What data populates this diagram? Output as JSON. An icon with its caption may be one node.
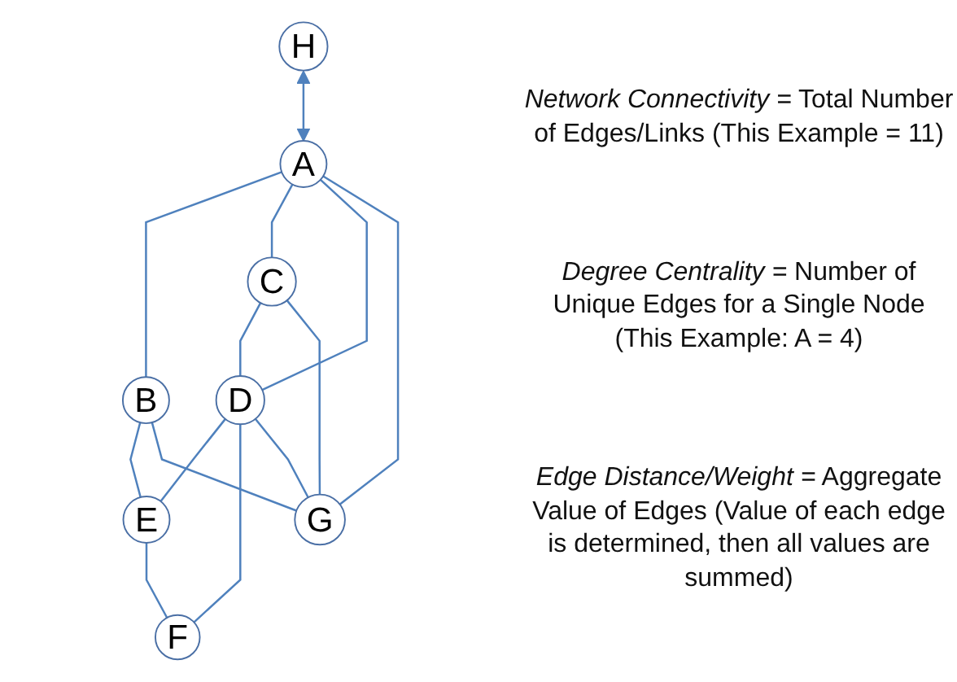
{
  "diagram": {
    "nodes": [
      {
        "text": [
          "H"
        ]
      },
      {
        "text": [
          "A"
        ]
      },
      {
        "text": [
          "B"
        ]
      },
      {
        "text": [
          "C"
        ]
      },
      {
        "text": [
          "D"
        ]
      },
      {
        "text": [
          "E"
        ]
      },
      {
        "text": [
          "F"
        ]
      },
      {
        "text": [
          "G"
        ]
      }
    ],
    "edges": [
      {
        "from": 0,
        "to": 1,
        "arrow": "both"
      },
      {
        "from": 1,
        "to": 2,
        "arrow": "none"
      },
      {
        "from": 1,
        "to": 3,
        "arrow": "none"
      },
      {
        "from": 1,
        "to": 4,
        "arrow": "none"
      },
      {
        "from": 1,
        "to": 7,
        "arrow": "none"
      },
      {
        "from": 2,
        "to": 5,
        "arrow": "none"
      },
      {
        "from": 2,
        "to": 7,
        "arrow": "none"
      },
      {
        "from": 3,
        "to": 4,
        "arrow": "none"
      },
      {
        "from": 3,
        "to": 7,
        "arrow": "none"
      },
      {
        "from": 4,
        "to": 5,
        "arrow": "none"
      },
      {
        "from": 4,
        "to": 6,
        "arrow": "none"
      },
      {
        "from": 4,
        "to": 7,
        "arrow": "none"
      },
      {
        "from": 5,
        "to": 6,
        "arrow": "none"
      }
    ],
    "labels": [
      "*Network Connectivity =* Total Number of Edges/Links (This Example = 11)",
      "*Degree Centrality =* Number of Unique Edges for a Single Node (This Example: A = 4)",
      "*Edge Distance/Weight =* Aggregate Value of Edges (Value of each edge is determined, then all values are summed)"
    ]
  }
}
